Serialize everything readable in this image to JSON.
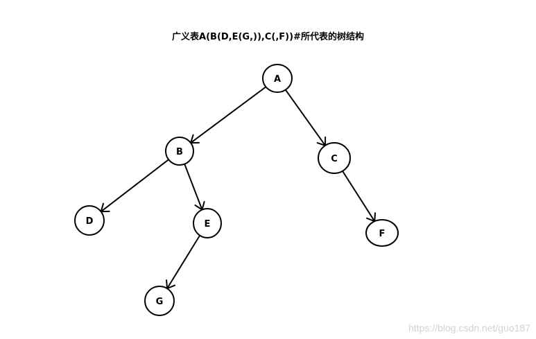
{
  "title": "广义表A(B(D,E(G,)),C(,F))#所代表的树结构",
  "watermark": "https://blog.csdn.net/guo187",
  "colors": {
    "stroke": "#000000",
    "background": "#ffffff",
    "watermark": "#d2d2d2"
  },
  "tree": {
    "nodes": [
      {
        "id": "A",
        "label": "A"
      },
      {
        "id": "B",
        "label": "B"
      },
      {
        "id": "C",
        "label": "C"
      },
      {
        "id": "D",
        "label": "D"
      },
      {
        "id": "E",
        "label": "E"
      },
      {
        "id": "F",
        "label": "F"
      },
      {
        "id": "G",
        "label": "G"
      }
    ],
    "edges": [
      {
        "from": "A",
        "to": "B"
      },
      {
        "from": "A",
        "to": "C"
      },
      {
        "from": "B",
        "to": "D"
      },
      {
        "from": "B",
        "to": "E"
      },
      {
        "from": "E",
        "to": "G"
      },
      {
        "from": "C",
        "to": "F"
      }
    ]
  }
}
